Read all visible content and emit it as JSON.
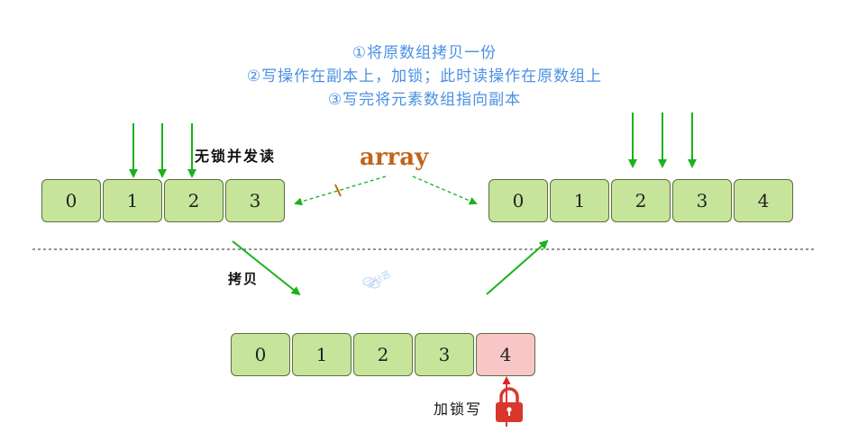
{
  "steps": {
    "step1": "①将原数组拷贝一份",
    "step2": "②写操作在副本上，加锁；此时读操作在原数组上",
    "step3": "③写完将元素数组指向副本"
  },
  "labels": {
    "concurrent_read": "无锁并发读",
    "array": "array",
    "copy": "拷贝",
    "lock_write": "加锁写",
    "watermark": "三分恶"
  },
  "arrays": {
    "original": [
      "0",
      "1",
      "2",
      "3"
    ],
    "new": [
      "0",
      "1",
      "2",
      "3",
      "4"
    ],
    "copy": [
      "0",
      "1",
      "2",
      "3",
      "4"
    ]
  },
  "colors": {
    "cell": "#c6e59a",
    "cell_written": "#f8c6c6",
    "arrow_green": "#19b31a",
    "arrow_red": "#e02020",
    "step_text": "#4a90e2",
    "array_text": "#c0651c",
    "lock": "#d9372b"
  },
  "icons": {
    "lock": "lock-icon"
  }
}
